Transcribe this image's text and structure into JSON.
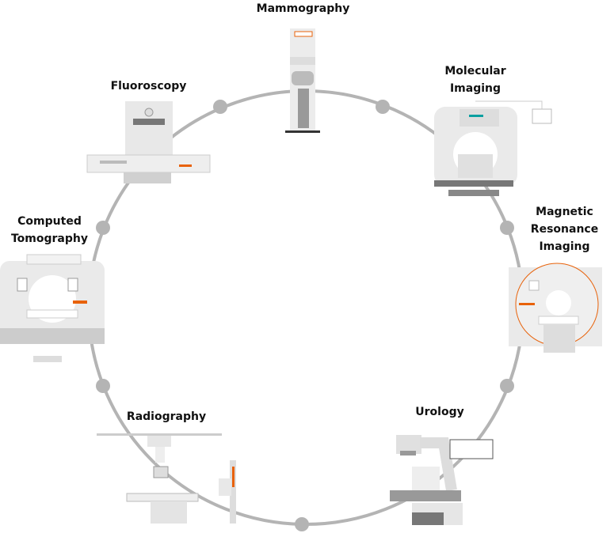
{
  "modalities": [
    {
      "id": "mammography",
      "label": "Mammography"
    },
    {
      "id": "molecular-imaging",
      "label": "Molecular\nImaging"
    },
    {
      "id": "magnetic-resonance-imaging",
      "label": "Magnetic\nResonance\nImaging"
    },
    {
      "id": "urology",
      "label": "Urology"
    },
    {
      "id": "radiography",
      "label": "Radiography"
    },
    {
      "id": "computed-tomography",
      "label": "Computed\nTomography"
    },
    {
      "id": "fluoroscopy",
      "label": "Fluoroscopy"
    }
  ],
  "colors": {
    "ring": "#b4b4b4",
    "device": "#e6e6e6",
    "device_dark": "#9a9a9a",
    "accent": "#e8620a",
    "teal": "#0a9fa0"
  }
}
